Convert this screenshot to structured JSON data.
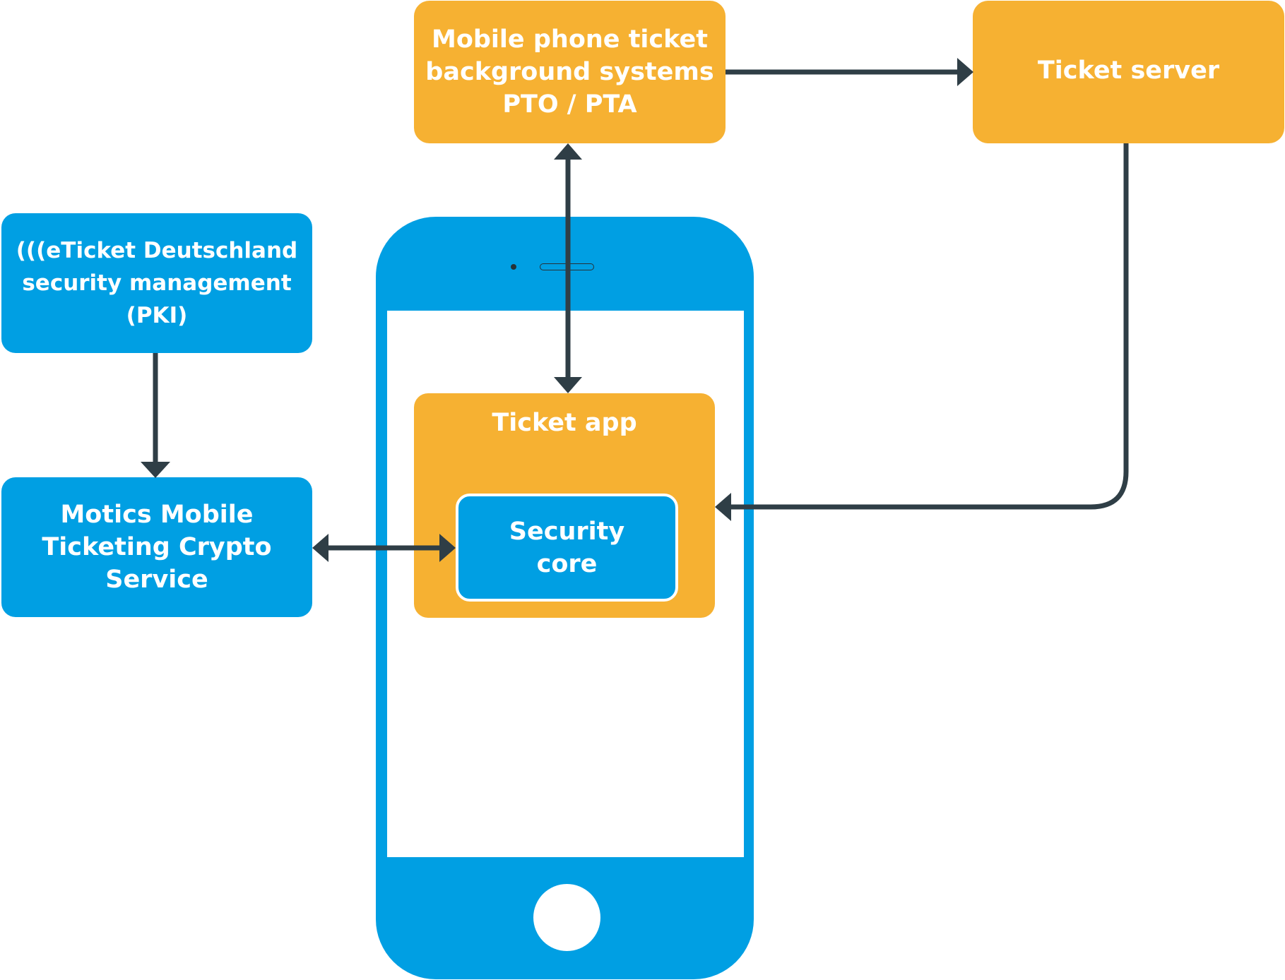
{
  "boxes": {
    "pto": "Mobile phone ticket\nbackground systems\nPTO / PTA",
    "ticket_server": "Ticket server",
    "eticket": "(((eTicket Deutschland\nsecurity management\n(PKI)",
    "motics": "Motics Mobile\nTicketing Crypto\nService",
    "ticket_app": "Ticket app",
    "security_core": "Security\ncore"
  },
  "colors": {
    "orange": "#f6b132",
    "blue": "#009fe3",
    "arrow": "#2f3e46"
  },
  "icons": {
    "phone": "smartphone-icon"
  }
}
